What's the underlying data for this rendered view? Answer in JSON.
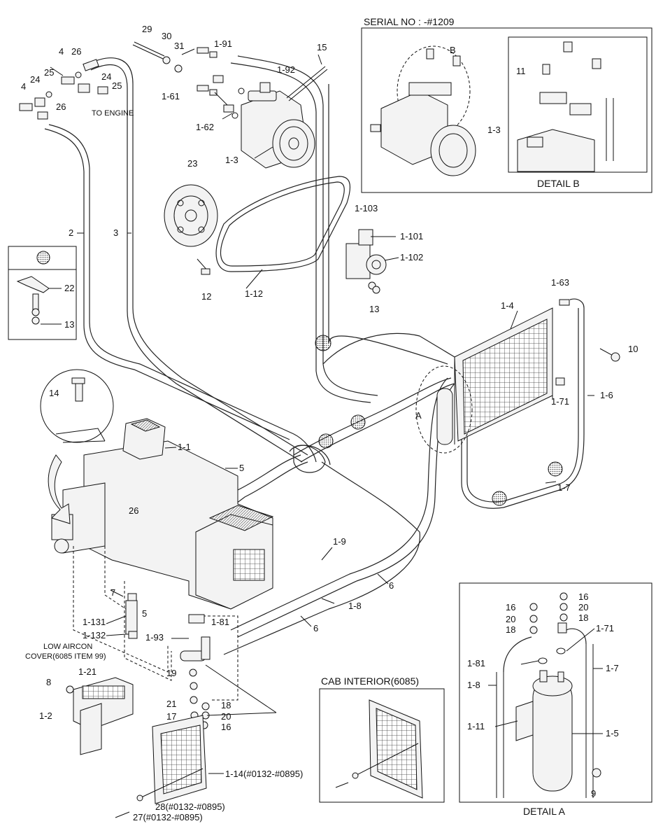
{
  "insets": {
    "serial": {
      "title": "SERIAL NO : -#1209",
      "detail_b_title": "DETAIL B",
      "label_b": "B",
      "label_11": "11",
      "label_1_3": "1-3"
    },
    "detail_a": {
      "title": "DETAIL A",
      "labels": [
        "16",
        "20",
        "18",
        "16",
        "20",
        "18",
        "1-71",
        "1-81",
        "1-7",
        "1-8",
        "1-11",
        "1-5",
        "9"
      ]
    },
    "cab_interior": {
      "title": "CAB INTERIOR(6085)"
    },
    "small_inset": {
      "labels": [
        "22",
        "13"
      ]
    }
  },
  "notes": {
    "to_engine": "TO ENGINE",
    "low_aircon_line1": "LOW AIRCON",
    "low_aircon_line2": "COVER(6085 ITEM 99)",
    "label_a": "A"
  },
  "callouts": {
    "top_left": [
      "4",
      "26",
      "25",
      "24",
      "4",
      "24",
      "25",
      "26",
      "29",
      "30",
      "31",
      "1-91",
      "1-92",
      "1-61",
      "1-62",
      "1-3",
      "15",
      "23"
    ],
    "mid": [
      "2",
      "3",
      "1-103",
      "1-101",
      "1-102",
      "13",
      "12",
      "1-12",
      "1-63",
      "1-4",
      "10",
      "1-71",
      "1-6",
      "1-7"
    ],
    "lower": [
      "14",
      "1-1",
      "5",
      "26",
      "7",
      "5",
      "1-131",
      "1-132",
      "1-9",
      "1-8",
      "6",
      "6",
      "1-93",
      "1-81",
      "19",
      "21",
      "17",
      "18",
      "20",
      "16",
      "8",
      "1-21",
      "1-2",
      "1-14(#0132-#0895)",
      "28(#0132-#0895)",
      "27(#0132-#0895)"
    ]
  }
}
